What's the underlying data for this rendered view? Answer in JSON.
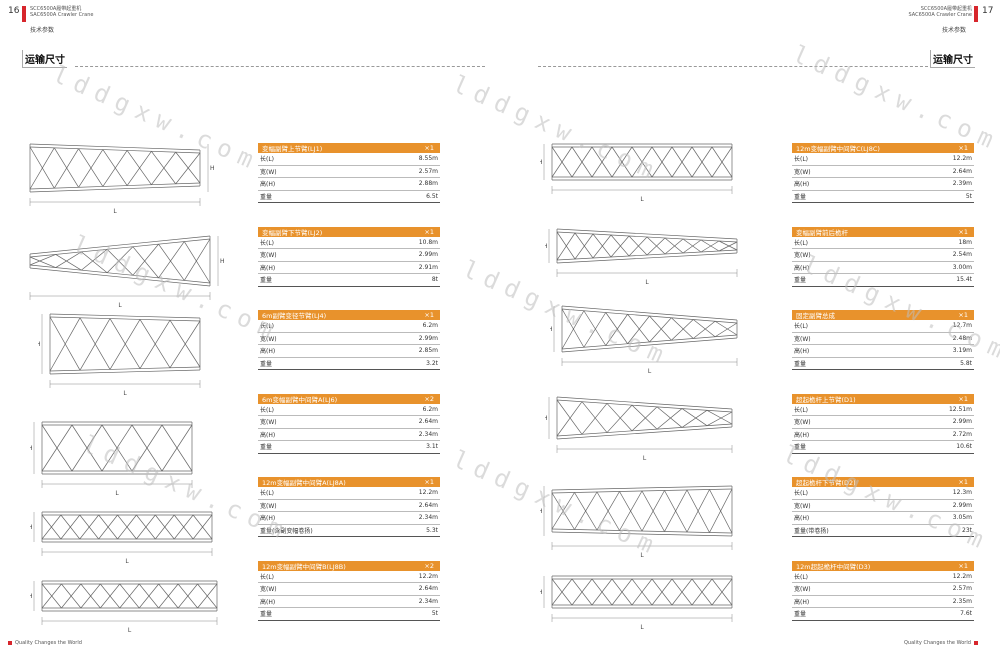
{
  "left_page": {
    "page_number": "16",
    "model_cn": "SCC6500A履带起重机",
    "model_en": "SAC6500A Crawler Crane",
    "subtitle": "技术参数",
    "section_title": "运输尺寸",
    "footer": "Quality Changes the World"
  },
  "right_page": {
    "page_number": "17",
    "model_cn": "SCC6500A履带起重机",
    "model_en": "SAC6500A Crawler Crane",
    "subtitle": "技术参数",
    "section_title": "运输尺寸",
    "footer": "Quality Changes the World"
  },
  "drawing_labels": {
    "length": "L",
    "height": "H"
  },
  "watermark": "lddgxw.com",
  "specs_left": [
    {
      "name": "变幅副臂上节臂(LJ1)",
      "qty": "×1",
      "rows": [
        {
          "label": "长(L)",
          "value": "8.55m"
        },
        {
          "label": "宽(W)",
          "value": "2.57m"
        },
        {
          "label": "高(H)",
          "value": "2.88m"
        },
        {
          "label": "重量",
          "value": "6.5t"
        }
      ]
    },
    {
      "name": "变幅副臂下节臂(LJ2)",
      "qty": "×1",
      "rows": [
        {
          "label": "长(L)",
          "value": "10.8m"
        },
        {
          "label": "宽(W)",
          "value": "2.99m"
        },
        {
          "label": "高(H)",
          "value": "2.91m"
        },
        {
          "label": "重量",
          "value": "8t"
        }
      ]
    },
    {
      "name": "6m副臂变径节臂(LJ4)",
      "qty": "×1",
      "rows": [
        {
          "label": "长(L)",
          "value": "6.2m"
        },
        {
          "label": "宽(W)",
          "value": "2.99m"
        },
        {
          "label": "高(H)",
          "value": "2.85m"
        },
        {
          "label": "重量",
          "value": "3.2t"
        }
      ]
    },
    {
      "name": "6m变幅副臂中间臂A(LJ6)",
      "qty": "×2",
      "rows": [
        {
          "label": "长(L)",
          "value": "6.2m"
        },
        {
          "label": "宽(W)",
          "value": "2.64m"
        },
        {
          "label": "高(H)",
          "value": "2.34m"
        },
        {
          "label": "重量",
          "value": "3.1t"
        }
      ]
    },
    {
      "name": "12m变幅副臂中间臂A(LJ8A)",
      "qty": "×1",
      "rows": [
        {
          "label": "长(L)",
          "value": "12.2m"
        },
        {
          "label": "宽(W)",
          "value": "2.64m"
        },
        {
          "label": "高(H)",
          "value": "2.34m"
        },
        {
          "label": "重量(含副变幅卷扬)",
          "value": "5.3t"
        }
      ]
    },
    {
      "name": "12m变幅副臂中间臂B(LJ8B)",
      "qty": "×2",
      "rows": [
        {
          "label": "长(L)",
          "value": "12.2m"
        },
        {
          "label": "宽(W)",
          "value": "2.64m"
        },
        {
          "label": "高(H)",
          "value": "2.34m"
        },
        {
          "label": "重量",
          "value": "5t"
        }
      ]
    }
  ],
  "specs_right": [
    {
      "name": "12m变幅副臂中间臂C(LJ8C)",
      "qty": "×1",
      "rows": [
        {
          "label": "长(L)",
          "value": "12.2m"
        },
        {
          "label": "宽(W)",
          "value": "2.64m"
        },
        {
          "label": "高(H)",
          "value": "2.39m"
        },
        {
          "label": "重量",
          "value": "5t"
        }
      ]
    },
    {
      "name": "变幅副臂前后桅杆",
      "qty": "×1",
      "rows": [
        {
          "label": "长(L)",
          "value": "18m"
        },
        {
          "label": "宽(W)",
          "value": "2.54m"
        },
        {
          "label": "高(H)",
          "value": "3.00m"
        },
        {
          "label": "重量",
          "value": "15.4t"
        }
      ]
    },
    {
      "name": "固定副臂总成",
      "qty": "×1",
      "rows": [
        {
          "label": "长(L)",
          "value": "12.7m"
        },
        {
          "label": "宽(W)",
          "value": "2.48m"
        },
        {
          "label": "高(H)",
          "value": "3.19m"
        },
        {
          "label": "重量",
          "value": "5.8t"
        }
      ]
    },
    {
      "name": "超起桅杆上节臂(D1)",
      "qty": "×1",
      "rows": [
        {
          "label": "长(L)",
          "value": "12.51m"
        },
        {
          "label": "宽(W)",
          "value": "2.99m"
        },
        {
          "label": "高(H)",
          "value": "2.72m"
        },
        {
          "label": "重量",
          "value": "10.6t"
        }
      ]
    },
    {
      "name": "超起桅杆下节臂(D2)",
      "qty": "×1",
      "rows": [
        {
          "label": "长(L)",
          "value": "12.3m"
        },
        {
          "label": "宽(W)",
          "value": "2.99m"
        },
        {
          "label": "高(H)",
          "value": "3.05m"
        },
        {
          "label": "重量(带卷扬)",
          "value": "23t"
        }
      ]
    },
    {
      "name": "12m超起桅杆中间臂(D3)",
      "qty": "×1",
      "rows": [
        {
          "label": "长(L)",
          "value": "12.2m"
        },
        {
          "label": "宽(W)",
          "value": "2.57m"
        },
        {
          "label": "高(H)",
          "value": "2.35m"
        },
        {
          "label": "重量",
          "value": "7.6t"
        }
      ]
    }
  ]
}
